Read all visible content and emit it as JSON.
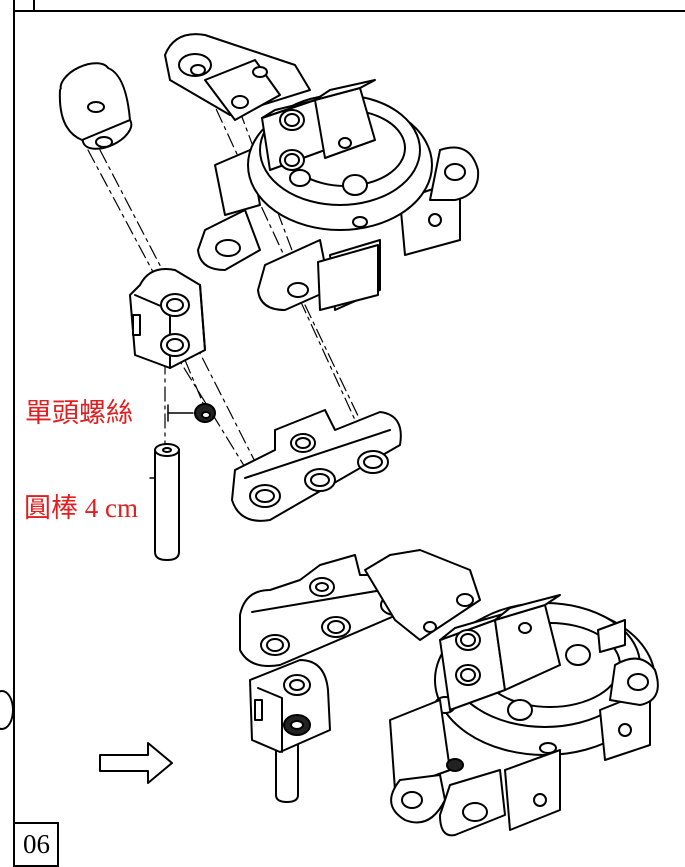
{
  "labels": {
    "set_screw": "單頭螺絲",
    "rod": "圓棒 4 cm"
  },
  "page_number": "06",
  "colors": {
    "line": "#000000",
    "label": "#e02020",
    "fill": "#ffffff"
  }
}
